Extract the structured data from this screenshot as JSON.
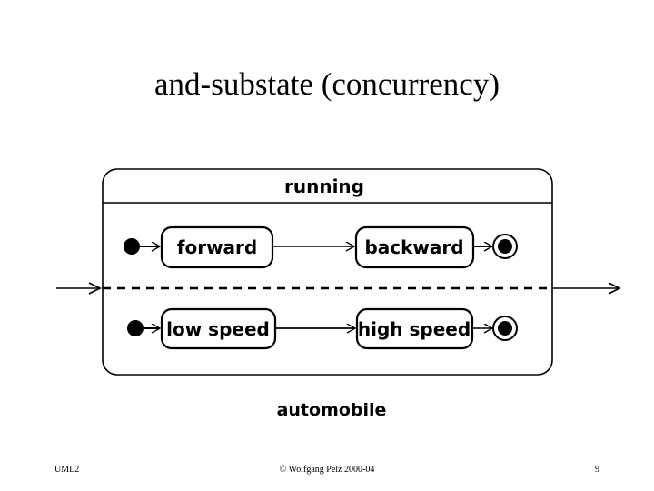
{
  "slide": {
    "title": "and-substate (concurrency)",
    "caption": "automobile"
  },
  "diagram": {
    "type": "uml-state-machine",
    "composite_state": {
      "name": "running",
      "regions": [
        {
          "id": "direction-region",
          "initial_state": "initial",
          "states": [
            "forward",
            "backward"
          ],
          "final_state": "final",
          "transitions": [
            {
              "from": "initial",
              "to": "forward"
            },
            {
              "from": "forward",
              "to": "backward"
            },
            {
              "from": "backward",
              "to": "final"
            }
          ]
        },
        {
          "id": "speed-region",
          "initial_state": "initial",
          "states": [
            "low speed",
            "high speed"
          ],
          "final_state": "final",
          "transitions": [
            {
              "from": "initial",
              "to": "low speed"
            },
            {
              "from": "low speed",
              "to": "high speed"
            },
            {
              "from": "high speed",
              "to": "final"
            }
          ]
        }
      ],
      "region_divider": "dashed",
      "incoming_transition": true,
      "outgoing_transition": true
    },
    "labels": {
      "running": "running",
      "forward": "forward",
      "backward": "backward",
      "low_speed": "low speed",
      "high_speed": "high speed"
    },
    "colors": {
      "stroke": "#000000",
      "fill": "#ffffff"
    }
  },
  "footer": {
    "left": "UML2",
    "center": "© Wolfgang Pelz 2000-04",
    "page_number": "9"
  }
}
